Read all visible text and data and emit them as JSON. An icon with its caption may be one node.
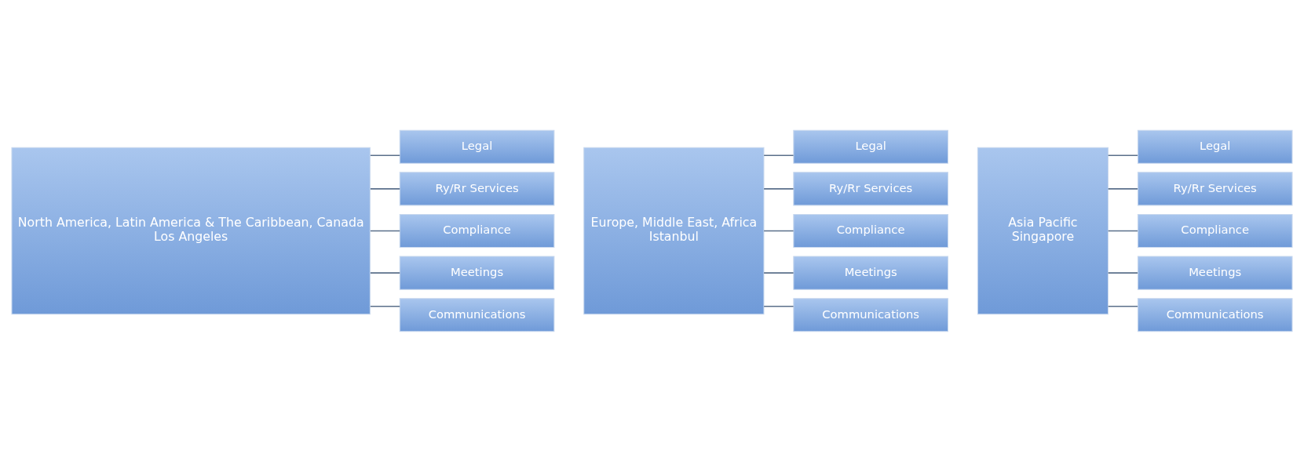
{
  "diagram": {
    "nodes": [
      {
        "text": [
          "North America, Latin America & The Caribbean, Canada",
          "Los Angeles"
        ]
      },
      {
        "text": [
          "Legal"
        ]
      },
      {
        "text": [
          "Ry/Rr Services"
        ]
      },
      {
        "text": [
          "Compliance"
        ]
      },
      {
        "text": [
          "Meetings"
        ]
      },
      {
        "text": [
          "Communications"
        ]
      },
      {
        "text": [
          "Europe, Middle East, Africa",
          "Istanbul"
        ]
      },
      {
        "text": [
          "Legal"
        ]
      },
      {
        "text": [
          "Ry/Rr Services"
        ]
      },
      {
        "text": [
          "Compliance"
        ]
      },
      {
        "text": [
          "Meetings"
        ]
      },
      {
        "text": [
          "Communications"
        ]
      },
      {
        "text": [
          "Asia Pacific",
          "Singapore"
        ]
      },
      {
        "text": [
          "Legal"
        ]
      },
      {
        "text": [
          "Ry/Rr Services"
        ]
      },
      {
        "text": [
          "Compliance"
        ]
      },
      {
        "text": [
          "Meetings"
        ]
      },
      {
        "text": [
          "Communications"
        ]
      }
    ],
    "edges": [
      {
        "from": 0,
        "to": 1,
        "arrow": "none"
      },
      {
        "from": 0,
        "to": 2,
        "arrow": "none"
      },
      {
        "from": 0,
        "to": 3,
        "arrow": "none"
      },
      {
        "from": 0,
        "to": 4,
        "arrow": "none"
      },
      {
        "from": 0,
        "to": 5,
        "arrow": "none"
      },
      {
        "from": 6,
        "to": 7,
        "arrow": "none"
      },
      {
        "from": 6,
        "to": 8,
        "arrow": "none"
      },
      {
        "from": 6,
        "to": 9,
        "arrow": "none"
      },
      {
        "from": 6,
        "to": 10,
        "arrow": "none"
      },
      {
        "from": 6,
        "to": 11,
        "arrow": "none"
      },
      {
        "from": 12,
        "to": 13,
        "arrow": "none"
      },
      {
        "from": 12,
        "to": 14,
        "arrow": "none"
      },
      {
        "from": 12,
        "to": 15,
        "arrow": "none"
      },
      {
        "from": 12,
        "to": 16,
        "arrow": "none"
      },
      {
        "from": 12,
        "to": 17,
        "arrow": "none"
      }
    ]
  }
}
